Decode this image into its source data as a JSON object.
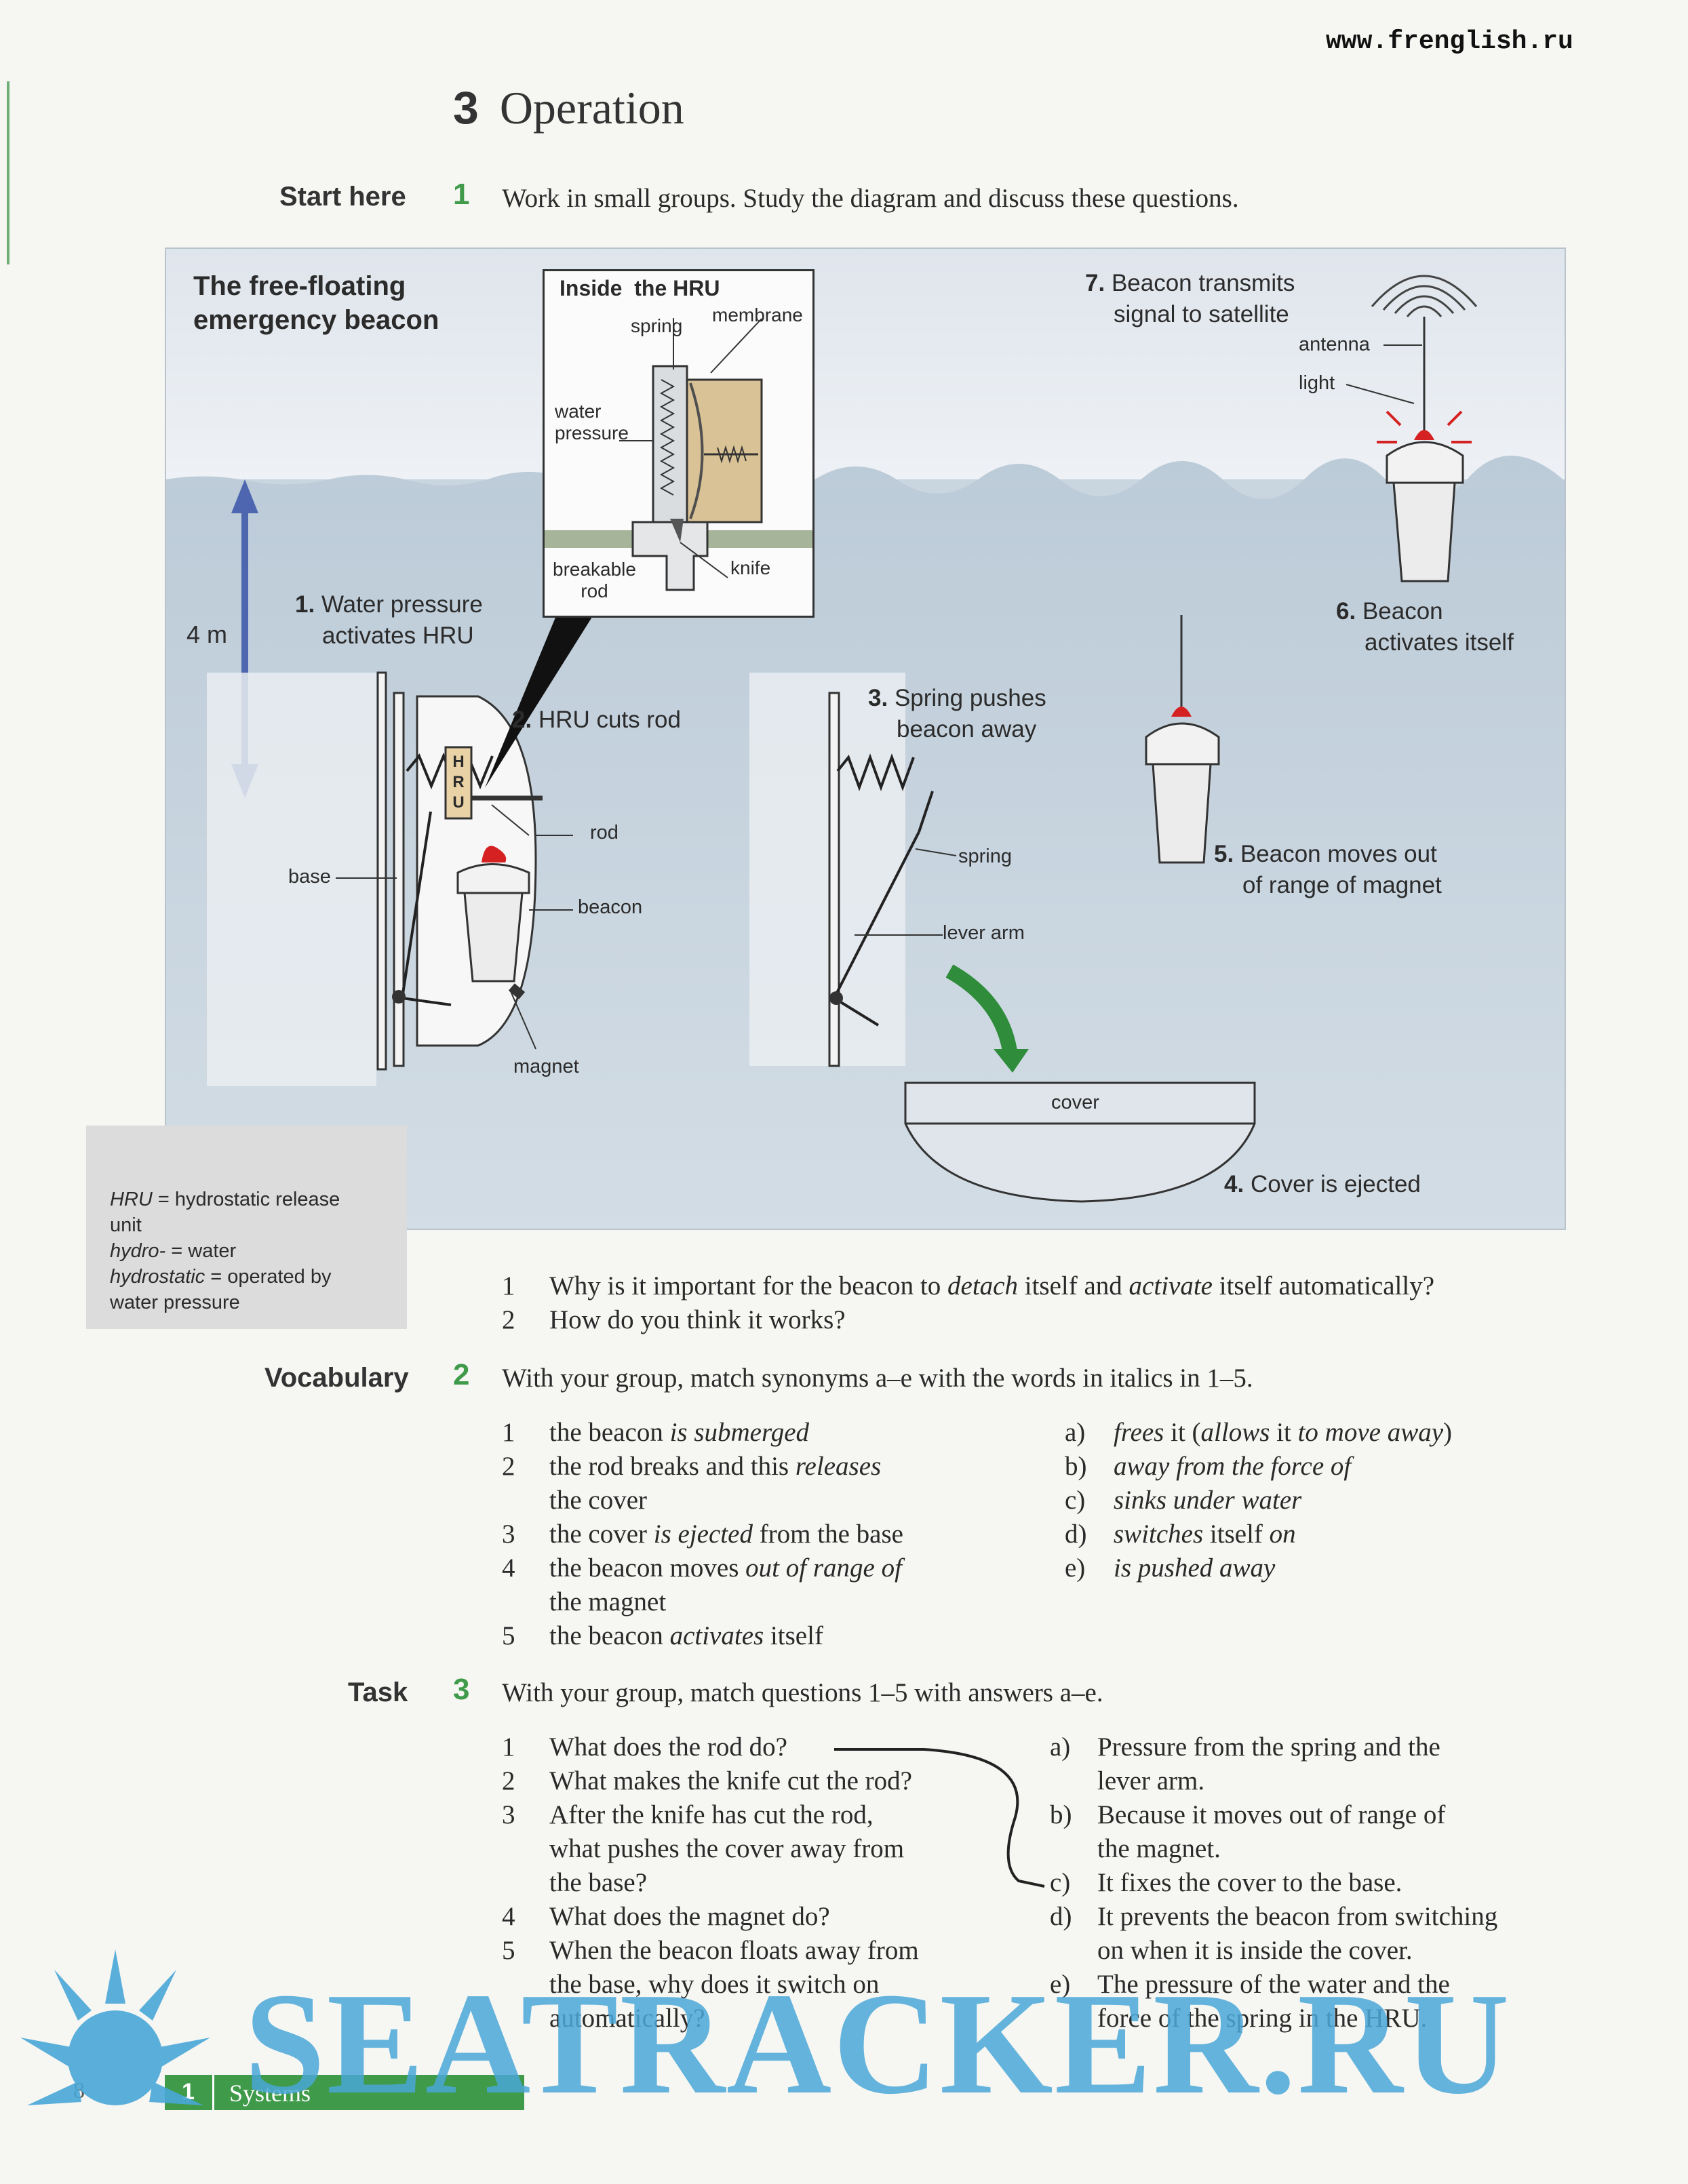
{
  "site_url": "www.frenglish.ru",
  "section": {
    "number": "3",
    "title": "Operation"
  },
  "start_here": {
    "label": "Start here",
    "num": "1",
    "instruction": "Work in small groups. Study the diagram and discuss these questions."
  },
  "diagram": {
    "title_line1": "The free-floating",
    "title_line2": "emergency beacon",
    "inset_title": "Inside  the HRU",
    "inset_labels": {
      "spring": "spring",
      "membrane": "membrane",
      "water_pressure_1": "water",
      "water_pressure_2": "pressure",
      "breakable_1": "breakable",
      "breakable_2": "rod",
      "knife": "knife"
    },
    "depth": "4 m",
    "steps": {
      "s1_num": "1.",
      "s1_a": "Water pressure",
      "s1_b": "activates HRU",
      "s2_num": "2.",
      "s2": "HRU cuts rod",
      "s3_num": "3.",
      "s3_a": "Spring pushes",
      "s3_b": "beacon away",
      "s4_num": "4.",
      "s4": "Cover is ejected",
      "s5_num": "5.",
      "s5_a": "Beacon moves out",
      "s5_b": "of range of magnet",
      "s6_num": "6.",
      "s6_a": "Beacon",
      "s6_b": "activates itself",
      "s7_num": "7.",
      "s7_a": "Beacon transmits",
      "s7_b": "signal to satellite"
    },
    "part_labels": {
      "base": "base",
      "rod": "rod",
      "beacon": "beacon",
      "magnet": "magnet",
      "spring": "spring",
      "lever_arm": "lever arm",
      "cover": "cover",
      "antenna": "antenna",
      "light": "light",
      "hru_letters": [
        "H",
        "R",
        "U"
      ]
    },
    "glossary": {
      "l1_term": "HRU",
      "l1_def": " = hydrostatic release",
      "l1b": "unit",
      "l2_term": "hydro-",
      "l2_def": " = water",
      "l3_term": "hydrostatic",
      "l3_def": " = operated by",
      "l3b": "water pressure"
    }
  },
  "discussion": [
    {
      "n": "1",
      "a": "Why is it important for the beacon to ",
      "i1": "detach",
      "b": " itself and ",
      "i2": "activate",
      "c": " itself automatically?"
    },
    {
      "n": "2",
      "a": "How do you think it works?"
    }
  ],
  "vocabulary": {
    "label": "Vocabulary",
    "num": "2",
    "instruction": "With your group, match synonyms a–e with the words in italics in 1–5.",
    "left": [
      {
        "n": "1",
        "line1_a": "the beacon ",
        "line1_i": "is submerged"
      },
      {
        "n": "2",
        "line1_a": "the rod breaks and this ",
        "line1_i": "releases",
        "line2": "the cover"
      },
      {
        "n": "3",
        "line1_a": "the cover ",
        "line1_i": "is ejected",
        "line1_b": " from the base"
      },
      {
        "n": "4",
        "line1_a": "the beacon moves ",
        "line1_i": "out of range of",
        "line2": "the magnet"
      },
      {
        "n": "5",
        "line1_a": "the beacon ",
        "line1_i": "activates",
        "line1_b": " itself"
      }
    ],
    "right": [
      {
        "n": "a)",
        "i1": "frees",
        "a": " it (",
        "i2": "allows",
        "b": " it ",
        "i3": "to move away",
        "c": ")"
      },
      {
        "n": "b)",
        "i1": "away from the force of"
      },
      {
        "n": "c)",
        "i1": "sinks under water"
      },
      {
        "n": "d)",
        "i1": "switches",
        "a": " itself ",
        "i2": "on"
      },
      {
        "n": "e)",
        "i1": "is pushed away"
      }
    ]
  },
  "task": {
    "label": "Task",
    "num": "3",
    "instruction": "With your group, match questions 1–5 with answers a–e.",
    "questions": [
      {
        "n": "1",
        "lines": [
          "What does the rod do?"
        ]
      },
      {
        "n": "2",
        "lines": [
          "What makes the knife cut the rod?"
        ]
      },
      {
        "n": "3",
        "lines": [
          "After the knife has cut the rod,",
          "what pushes the cover away from",
          "the base?"
        ]
      },
      {
        "n": "4",
        "lines": [
          "What does the magnet do?"
        ]
      },
      {
        "n": "5",
        "lines": [
          "When the beacon floats away from",
          "the base, why does it switch on",
          "automatically?"
        ]
      }
    ],
    "answers": [
      {
        "n": "a)",
        "lines": [
          "Pressure from the spring and the",
          "lever arm."
        ]
      },
      {
        "n": "b)",
        "lines": [
          "Because it moves out of range of",
          "the magnet."
        ]
      },
      {
        "n": "c)",
        "lines": [
          "It fixes the cover to the base."
        ]
      },
      {
        "n": "d)",
        "lines": [
          "It prevents the beacon from switching",
          "on when it is inside the cover."
        ]
      },
      {
        "n": "e)",
        "lines": [
          "The pressure of the water and the",
          "force of the spring in the HRU."
        ]
      }
    ]
  },
  "footer": {
    "page": "8",
    "unit_num": "1",
    "unit_title": "Systems"
  },
  "watermark": "SEATRACKER.RU",
  "colors": {
    "accent_green": "#3f9a4a",
    "water": "#c9d5df",
    "sky": "#e8ecf1",
    "arrow_blue": "#4e66b0",
    "watermark_blue": "#4aa8d8"
  }
}
